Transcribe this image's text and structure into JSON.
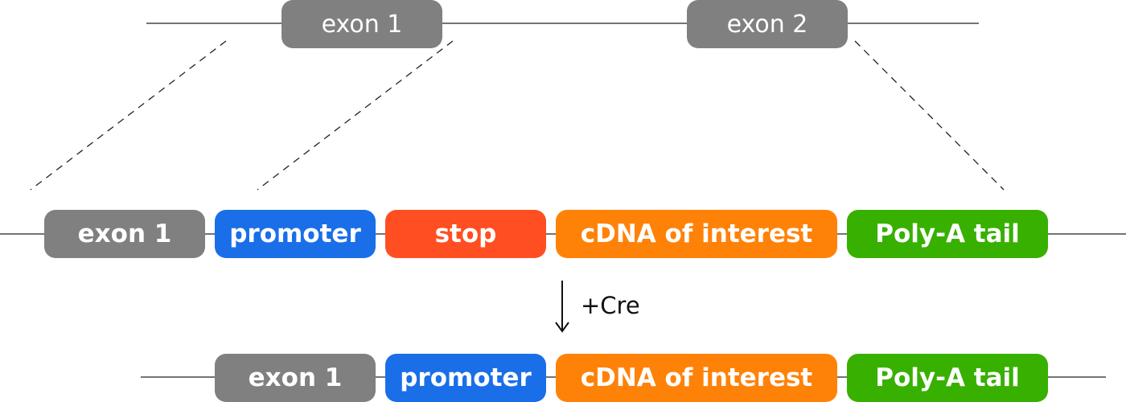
{
  "colors": {
    "exon": "#808080",
    "promoter": "#1a6fe8",
    "stop": "#ff4f22",
    "cdna": "#ff8208",
    "polya": "#38b000",
    "line": "#222222"
  },
  "genomic": {
    "exon1": "exon 1",
    "exon2": "exon 2"
  },
  "construct": {
    "exon1": "exon 1",
    "promoter": "promoter",
    "stop": "stop",
    "cdna": "cDNA of interest",
    "polya": "Poly-A tail"
  },
  "arrow_label": "+Cre",
  "recombined": {
    "exon1": "exon 1",
    "promoter": "promoter",
    "cdna": "cDNA of interest",
    "polya": "Poly-A tail"
  }
}
